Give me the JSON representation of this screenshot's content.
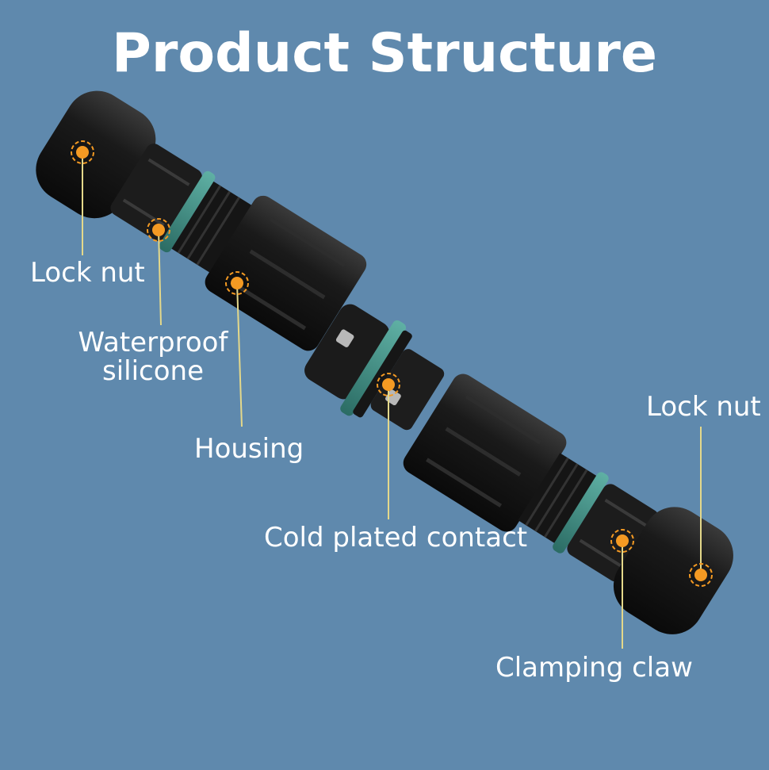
{
  "title": "Product Structure",
  "colors": {
    "background": "#5f89ad",
    "text": "#ffffff",
    "marker": "#f49a23",
    "leader_line": "#e4d88a",
    "connector_body": "#141414",
    "seal_ring": "#3c8a80"
  },
  "labels": {
    "lock_nut_left": "Lock nut",
    "waterproof_silicone_line1": "Waterproof",
    "waterproof_silicone_line2": "silicone",
    "housing": "Housing",
    "cold_plated_contact": "Cold plated contact",
    "lock_nut_right": "Lock nut",
    "clamping_claw": "Clamping claw"
  }
}
